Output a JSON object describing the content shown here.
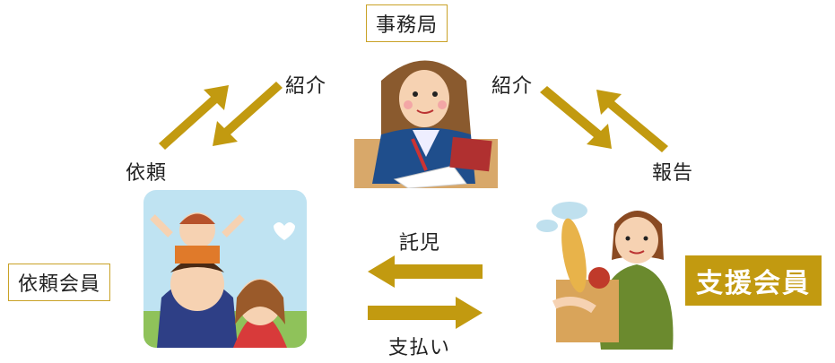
{
  "office": {
    "label": "事務局"
  },
  "requester": {
    "label": "依頼会員"
  },
  "supporter": {
    "label": "支援会員"
  },
  "flows": {
    "left_up": "依頼",
    "left_down": "紹介",
    "right_down": "紹介",
    "right_up": "報告",
    "to_left": "託児",
    "to_right": "支払い"
  },
  "colors": {
    "arrow": "#c29a10",
    "accent_box": "#c29a10",
    "box_border": "#c9a227"
  }
}
